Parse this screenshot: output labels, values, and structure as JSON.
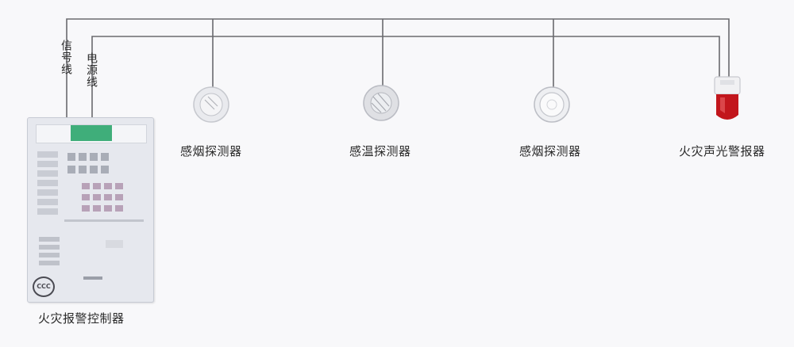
{
  "wire_labels": {
    "signal": "信号线",
    "power": "电源线"
  },
  "controller": {
    "label": "火灾报警控制器",
    "cert_mark": "CCC"
  },
  "devices": [
    {
      "label": "感烟探测器"
    },
    {
      "label": "感温探测器"
    },
    {
      "label": "感烟探测器"
    },
    {
      "label": "火灾声光警报器"
    }
  ],
  "colors": {
    "wire": "#5a5a5a",
    "siren_red": "#c2161c",
    "screen_green": "#3fae7a"
  },
  "icons": {
    "smoke_detector": "smoke-detector-icon",
    "heat_detector": "heat-detector-icon",
    "alarm": "sound-light-alarm-icon"
  }
}
